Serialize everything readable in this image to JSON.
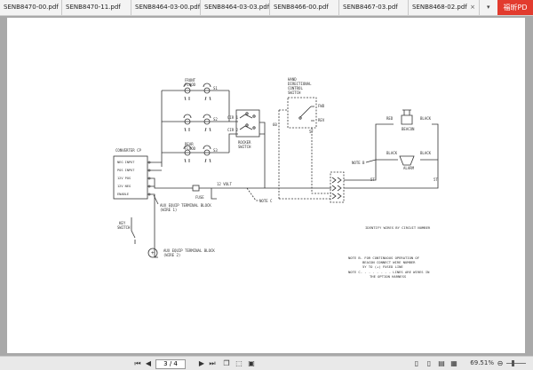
{
  "tabs": [
    {
      "label": "SENB8470-00.pdf"
    },
    {
      "label": "SENB8470-11.pdf"
    },
    {
      "label": "SENB8464-03-00.pdf"
    },
    {
      "label": "SENB8464-03-03.pdf"
    },
    {
      "label": "SENB8466-00.pdf"
    },
    {
      "label": "SENB8467-03.pdf"
    },
    {
      "label": "SENB8468-02.pdf"
    }
  ],
  "brand_label": "福昕PD",
  "toolbar": {
    "page_value": "3 / 4",
    "zoom": "69.51%"
  },
  "diagram": {
    "front_flood": [
      "FRONT",
      "FLOOD"
    ],
    "rear_flood": [
      "REAR",
      "FLOOD"
    ],
    "converter_title": "CONVERTER CP",
    "converter_rows": [
      "NEG INPUT",
      "POS INPUT",
      "12V POS",
      "12V NEG",
      "ENABLE"
    ],
    "s1": "S1",
    "s2": "S2",
    "s3": "S3",
    "cir1": "CIR 1",
    "cir2": "CIR 2",
    "rocker": [
      "ROCKER",
      "SWITCH"
    ],
    "hand_switch": [
      "HAND",
      "DIRECTIONAL",
      "CONTROL",
      "SWITCH"
    ],
    "fwd": "FWD",
    "rev": "REV",
    "red": "RED",
    "black": "BLACK",
    "beacon": "BEACON",
    "alarm": "ALARM",
    "note_b_ref": "NOTE B",
    "note_c_ref": "NOTE C",
    "twelve_volt": "12 VOLT",
    "fuse": "FUSE",
    "aux1": [
      "AUX EQUIP TERMINAL BLOCK",
      "(WIRE 1)"
    ],
    "aux2": [
      "AUX EQUIP TERMINAL BLOCK",
      "(WIRE 2)"
    ],
    "key_switch": [
      "KEY",
      "SWITCH"
    ],
    "plus": "+",
    "w60": "60",
    "w5f": "5F",
    "w5t": "5T",
    "identify": "IDENTIFY WIRES BY CIRCUIT NUMBER",
    "note_b": [
      "NOTE B- FOR CONTINUOUS OPERATION OF",
      "BEACON CONNECT WIRE NUMBER",
      "5Y TO (+) FUSED LINE"
    ],
    "note_c": [
      "NOTE C- - - - - - - - LINES ARE WIRES IN",
      "THE OPTION HARNESS"
    ]
  }
}
